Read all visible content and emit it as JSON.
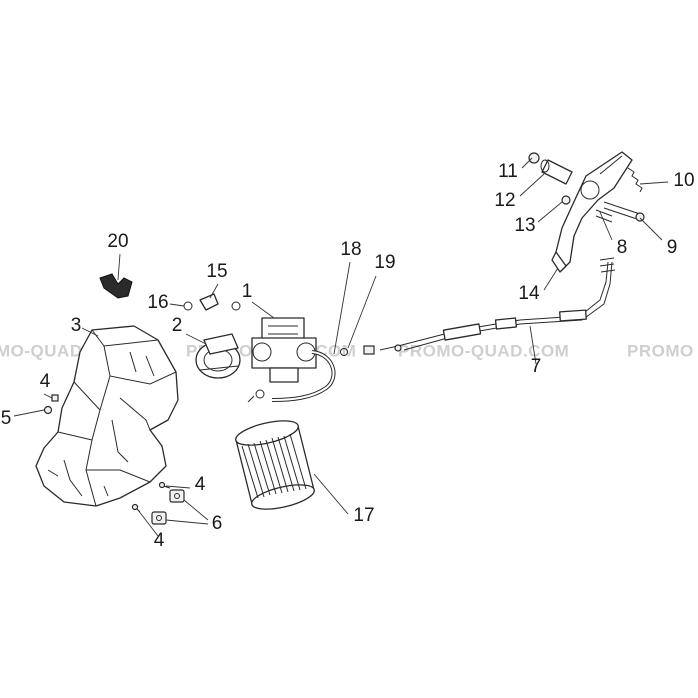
{
  "watermark": {
    "left": "MO-QUAD.COM",
    "middle_a": "PROMO-",
    "middle_b": "QUAD.COM",
    "center": "PROMO-QUAD.COM",
    "right": "PROMO"
  },
  "callouts": {
    "c1": "1",
    "c2": "2",
    "c3": "3",
    "c4a": "4",
    "c4b": "4",
    "c4c": "4",
    "c5": "5",
    "c6": "6",
    "c7": "7",
    "c8": "8",
    "c9": "9",
    "c10": "10",
    "c11": "11",
    "c12": "12",
    "c13": "13",
    "c14": "14",
    "c15": "15",
    "c16": "16",
    "c17": "17",
    "c18": "18",
    "c19": "19",
    "c20": "20"
  }
}
